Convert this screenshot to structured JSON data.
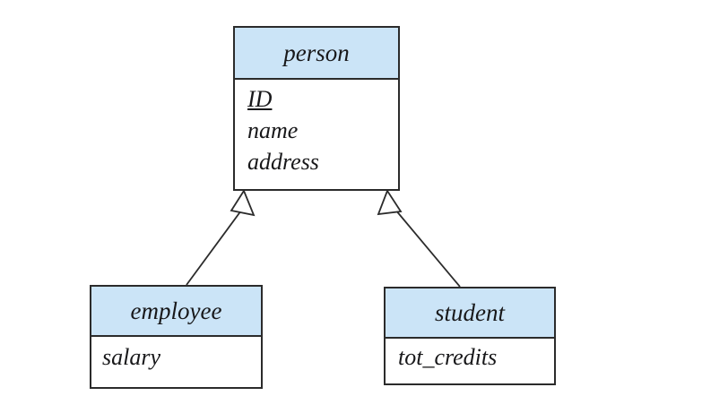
{
  "diagram": {
    "type": "er-specialization",
    "notation": "UML generalization (hollow triangle arrowhead)",
    "background_color": "#ffffff",
    "header_fill_color": "#cbe4f7",
    "border_color": "#2b2b2b",
    "text_color": "#18181a"
  },
  "entities": {
    "person": {
      "name": "person",
      "attributes": [
        {
          "label": "ID",
          "is_key": true
        },
        {
          "label": "name",
          "is_key": false
        },
        {
          "label": "address",
          "is_key": false
        }
      ]
    },
    "employee": {
      "name": "employee",
      "attributes": [
        {
          "label": "salary",
          "is_key": false
        }
      ]
    },
    "student": {
      "name": "student",
      "attributes": [
        {
          "label": "tot_credits",
          "is_key": false
        }
      ]
    }
  },
  "relationships": [
    {
      "id": "employee-isa-person",
      "from": "employee",
      "to": "person",
      "kind": "isa",
      "arrow": "hollow-triangle"
    },
    {
      "id": "student-isa-person",
      "from": "student",
      "to": "person",
      "kind": "isa",
      "arrow": "hollow-triangle"
    }
  ]
}
